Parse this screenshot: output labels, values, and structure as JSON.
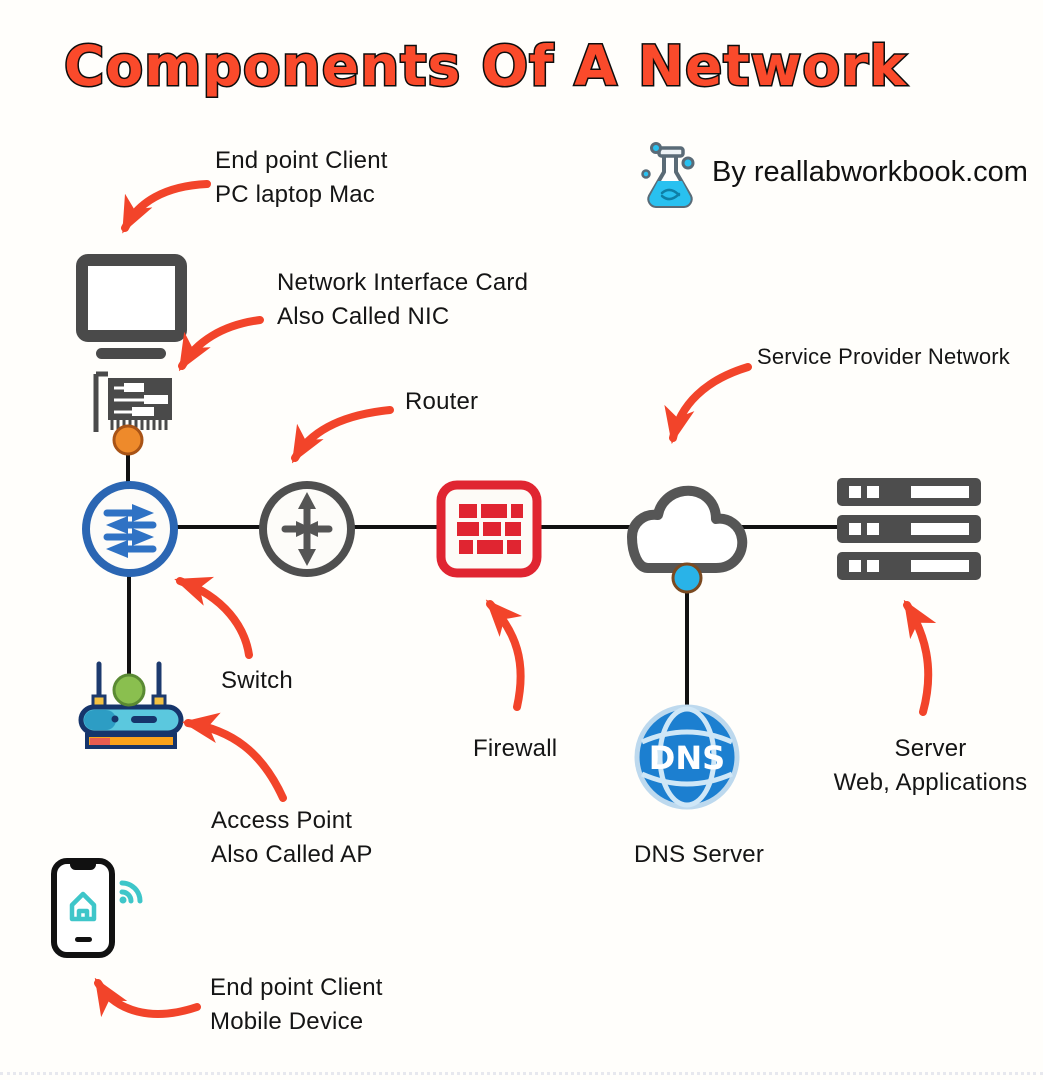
{
  "title": "Components Of A Network",
  "byline": "By reallabworkbook.com",
  "dns_badge": "DNS",
  "annotations": {
    "endpoint_pc": {
      "line1": "End point Client",
      "line2": "PC laptop Mac"
    },
    "nic": {
      "line1": "Network Interface Card",
      "line2": "Also Called NIC"
    },
    "router": "Router",
    "service_provider": "Service Provider Network",
    "switch": "Switch",
    "firewall": "Firewall",
    "dns_server": "DNS Server",
    "server": {
      "line1": "Server",
      "line2": "Web, Applications"
    },
    "access_point": {
      "line1": "Access Point",
      "line2": "Also Called AP"
    },
    "endpoint_mobile": {
      "line1": "End point Client",
      "line2": "Mobile Device"
    }
  },
  "icons": {
    "flask": "lab-flask-icon",
    "monitor": "monitor-icon",
    "nic": "network-card-icon",
    "switch": "switch-icon",
    "router": "router-icon",
    "firewall": "firewall-brick-icon",
    "cloud": "cloud-icon",
    "server": "server-rack-icon",
    "dns": "dns-globe-icon",
    "access_point": "wireless-access-point-icon",
    "phone": "smartphone-icon",
    "wifi": "wifi-signal-icon"
  },
  "colors": {
    "title_orange": "#fa4a2b",
    "arrow_red": "#f2442a",
    "switch_blue": "#2b66b3",
    "router_gray": "#4f4f4f",
    "firewall_red": "#e02531",
    "cloud_gray": "#565656",
    "server_gray": "#4d4d4d",
    "dns_blue": "#1c7fd0",
    "ap_teal": "#5bc8de",
    "phone_teal": "#3ec6c9",
    "nic_dot_orange": "#ee8a2b",
    "ap_dot_green": "#8abf4f",
    "cloud_dot_blue": "#29b3e8",
    "line_black": "#111111"
  }
}
